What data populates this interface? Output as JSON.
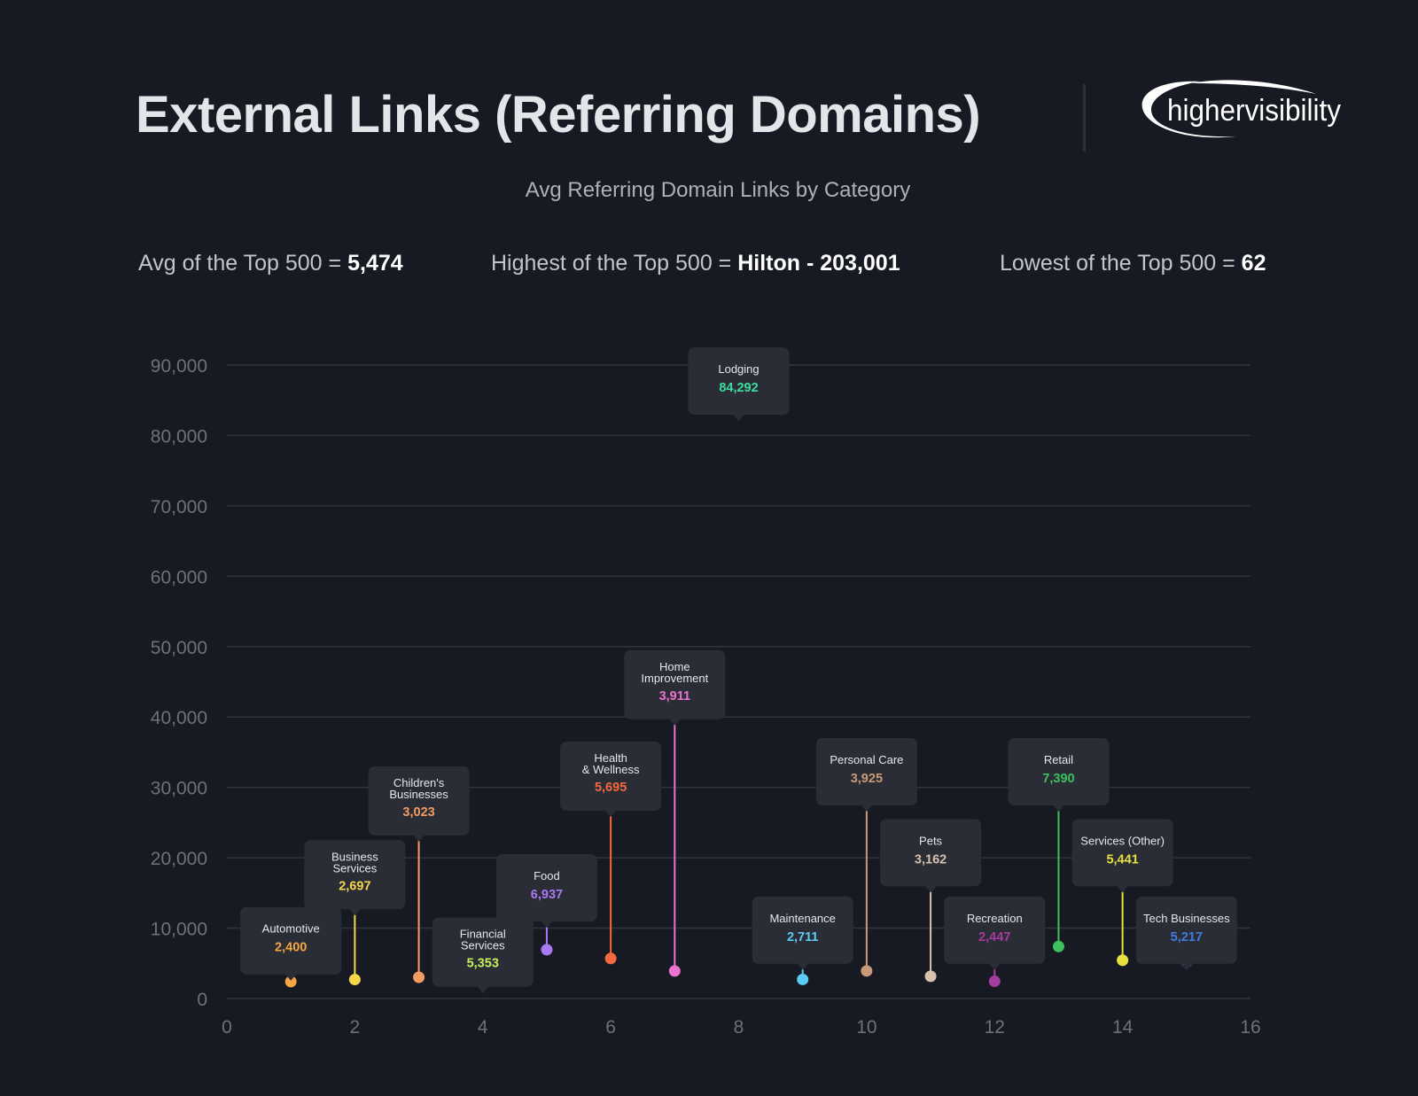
{
  "header": {
    "title": "External Links (Referring Domains)",
    "subtitle": "Avg Referring Domain Links by Category",
    "logo_text": "highervisibility"
  },
  "stats": [
    {
      "label": "Avg of the Top 500 =",
      "value": "5,474"
    },
    {
      "label": "Highest of the Top 500 =",
      "value": "Hilton - 203,001"
    },
    {
      "label": "Lowest of the Top 500 =",
      "value": "62"
    }
  ],
  "colors": {
    "background": "#171a22",
    "grid": "#30343d",
    "tick": "#6d717a",
    "callout_bg": "#2a2d35"
  },
  "chart_data": {
    "type": "scatter",
    "title": "Avg Referring Domain Links by Category",
    "xlim": [
      0,
      16
    ],
    "ylim": [
      0,
      90000
    ],
    "x_ticks": [
      "0",
      "2",
      "4",
      "6",
      "8",
      "10",
      "12",
      "14",
      "16"
    ],
    "y_ticks": [
      "0",
      "10,000",
      "20,000",
      "30,000",
      "40,000",
      "50,000",
      "60,000",
      "70,000",
      "80,000",
      "90,000"
    ],
    "grid": true,
    "points": [
      {
        "x": 1,
        "y": 2400,
        "label": [
          "Automotive"
        ],
        "value_label": "2,400",
        "color": "#f5a542",
        "callout_y": 13000
      },
      {
        "x": 2,
        "y": 2697,
        "label": [
          "Business",
          "Services"
        ],
        "value_label": "2,697",
        "color": "#f5d64a",
        "callout_y": 22500
      },
      {
        "x": 3,
        "y": 3023,
        "label": [
          "Children's",
          "Businesses"
        ],
        "value_label": "3,023",
        "color": "#f59a62",
        "callout_y": 33000
      },
      {
        "x": 4,
        "y": 5353,
        "label": [
          "Financial",
          "Services"
        ],
        "value_label": "5,353",
        "color": "#c6ee5c",
        "callout_y": 11500
      },
      {
        "x": 5,
        "y": 6937,
        "label": [
          "Food"
        ],
        "value_label": "6,937",
        "color": "#a979f2",
        "callout_y": 20500
      },
      {
        "x": 6,
        "y": 5695,
        "label": [
          "Health",
          "& Wellness"
        ],
        "value_label": "5,695",
        "color": "#f4693e",
        "callout_y": 36500
      },
      {
        "x": 7,
        "y": 3911,
        "label": [
          "Home",
          "Improvement"
        ],
        "value_label": "3,911",
        "color": "#ee72cf",
        "callout_y": 49500
      },
      {
        "x": 8,
        "y": 84292,
        "label": [
          "Lodging"
        ],
        "value_label": "84,292",
        "color": "#3fdca0",
        "callout_y": 92500
      },
      {
        "x": 9,
        "y": 2711,
        "label": [
          "Maintenance"
        ],
        "value_label": "2,711",
        "color": "#5ccbf5",
        "callout_y": 14500
      },
      {
        "x": 10,
        "y": 3925,
        "label": [
          "Personal Care"
        ],
        "value_label": "3,925",
        "color": "#c99a78",
        "callout_y": 37000
      },
      {
        "x": 11,
        "y": 3162,
        "label": [
          "Pets"
        ],
        "value_label": "3,162",
        "color": "#d7c2ad",
        "callout_y": 25500
      },
      {
        "x": 12,
        "y": 2447,
        "label": [
          "Recreation"
        ],
        "value_label": "2,447",
        "color": "#a63ba0",
        "callout_y": 14500
      },
      {
        "x": 13,
        "y": 7390,
        "label": [
          "Retail"
        ],
        "value_label": "7,390",
        "color": "#3cc15c",
        "callout_y": 37000
      },
      {
        "x": 14,
        "y": 5441,
        "label": [
          "Services (Other)"
        ],
        "value_label": "5,441",
        "color": "#e8e040",
        "callout_y": 25500
      },
      {
        "x": 15,
        "y": 5217,
        "label": [
          "Tech Businesses"
        ],
        "value_label": "5,217",
        "color": "#3f7ee0",
        "callout_y": 14500
      }
    ]
  }
}
